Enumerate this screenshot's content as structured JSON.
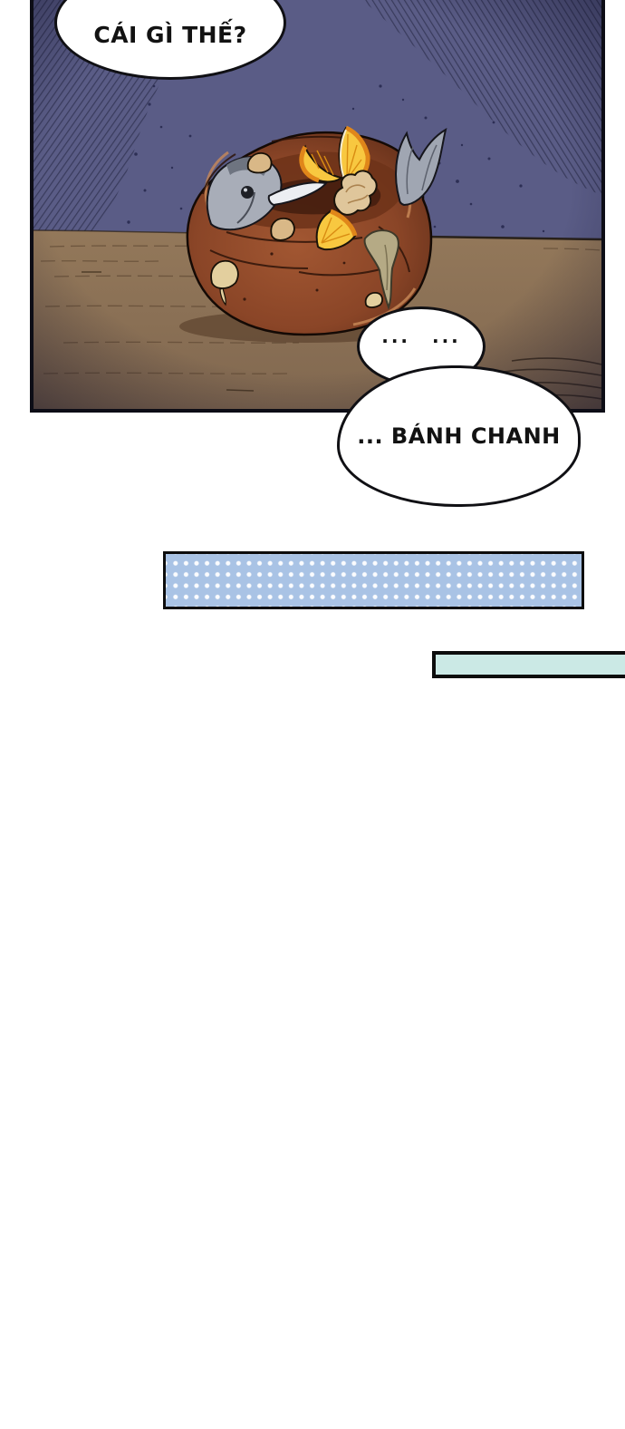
{
  "comic": {
    "bubbles": {
      "question": "CÁI GÌ THẾ?",
      "pause": "... ...",
      "answer": "... BÁNH CHANH"
    },
    "illustration": {
      "name": "fish-lemon-cake-on-wooden-table",
      "elements": [
        "night-background",
        "wooden-table",
        "cake",
        "fish-head",
        "fish-tail",
        "lemon-wedge-left",
        "lemon-wedge-tall",
        "lemon-wedge-bottom",
        "cream-dollop",
        "butter-chunks",
        "goo-drip"
      ]
    },
    "colors": {
      "page_background": "#ffffff",
      "panel_background": "#5a5c86",
      "panel_border": "#0d0d16",
      "table_wood": "#8d7357",
      "cake_brown": "#8f4b2c",
      "lemon_yellow": "#f8c840",
      "lemon_rind": "#e0861a",
      "fish_gray": "#a8adb8",
      "bubble_fill": "#ffffff",
      "bubble_outline": "#101014",
      "dotted_bar_fill": "#a9c3e5",
      "dotted_bar_dots": "#ffffff",
      "teal_bar_fill": "#cbe9e5"
    }
  }
}
